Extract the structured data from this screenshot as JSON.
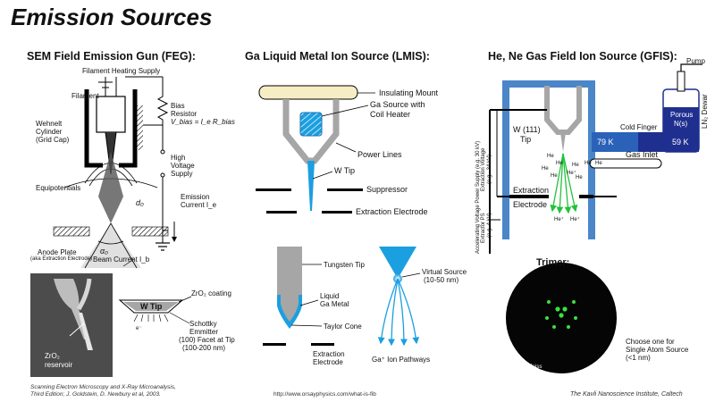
{
  "title": "Emission Sources",
  "feg": {
    "heading": "SEM Field Emission Gun (FEG):",
    "filament_heating_supply": "Filament Heating Supply",
    "filament": "Filament",
    "wehnelt1": "Wehnelt",
    "wehnelt2": "Cylinder",
    "wehnelt3": "(Grid Cap)",
    "bias_resistor1": "Bias",
    "bias_resistor2": "Resistor",
    "bias_formula": "V_bias = I_e R_bias",
    "high_voltage1": "High",
    "high_voltage2": "Voltage",
    "high_voltage3": "Supply",
    "equipotentials": "Equipotentials",
    "d0": "d₀",
    "emission_current1": "Emission",
    "emission_current2": "Current I_e",
    "alpha0": "α₀",
    "anode_plate": "Anode Plate",
    "anode_note": "(aka Extraction Electrode)",
    "beam_current": "Beam Current I_b",
    "zro2_reservoir1": "ZrO₂",
    "zro2_reservoir2": "reservoir",
    "w_tip": "W Tip",
    "zro2_coating": "ZrO₂ coating",
    "schottky1": "Schottky",
    "schottky2": "Emmitter",
    "schottky3": "(100) Facet at Tip",
    "schottky4": "(100-200 nm)",
    "electron": "e⁻",
    "reference1": "Scanning Electron Microscopy and X-Ray Microanalysis,",
    "reference2": "Third Edition; J. Goldstein, D. Newbury et al, 2003."
  },
  "lmis": {
    "heading": "Ga Liquid Metal Ion Source (LMIS):",
    "insulating_mount": "Insulating Mount",
    "ga_source1": "Ga Source with",
    "ga_source2": "Coil Heater",
    "power_lines": "Power Lines",
    "w_tip": "W Tip",
    "suppressor": "Suppressor",
    "extraction_electrode": "Extraction Electrode",
    "tungsten_tip": "Tungsten Tip",
    "liquid_ga1": "Liquid",
    "liquid_ga2": "Ga Metal",
    "taylor_cone": "Taylor Cone",
    "extraction_electrode2a": "Extraction",
    "extraction_electrode2b": "Electrode",
    "virtual_source1": "Virtual Source",
    "virtual_source2": "(10-50 nm)",
    "ion_pathways": "Ga⁺ Ion Pathways",
    "reference": "http://www.orsayphysics.com/what-is-fib"
  },
  "gfis": {
    "heading": "He, Ne Gas Field Ion Source (GFIS):",
    "pump": "Pump",
    "ln_dewar": "LN₂ Dewar",
    "porous1": "Porous",
    "porous2": "N(s)",
    "cold_finger": "Cold Finger",
    "temp_79": "79 K",
    "temp_59": "59 K",
    "w111_tip1": "W (111)",
    "w111_tip2": "Tip",
    "gas_inlet": "Gas Inlet",
    "extraction1": "Extraction",
    "extraction2": "Electrode",
    "accel_voltage": "Accelerating Voltage Power Supply (e.g. 30 kV)",
    "extraction_voltage1": "Extraction Voltage",
    "extraction_voltage2": "(e.g. -34 kV)",
    "extractor_ps1": "Extractor PS",
    "extractor_ps2": "(e.g. 4 kV)",
    "he": "He",
    "he_plus": "He⁺",
    "trimer": "Trimer:",
    "zeiss": "Zeiss",
    "choose1": "Choose one for",
    "choose2": "Single Atom Source",
    "choose3": "(<1 nm)",
    "credit": "The Kavli Nanoscience Institute, Caltech"
  },
  "colors": {
    "blue": "#1a9fe0",
    "dark_blue": "#1f2f8f",
    "green": "#22c23a",
    "gray": "#a6a6a6",
    "mount": "#f6edc4",
    "steel_blue": "#4a86c8"
  }
}
